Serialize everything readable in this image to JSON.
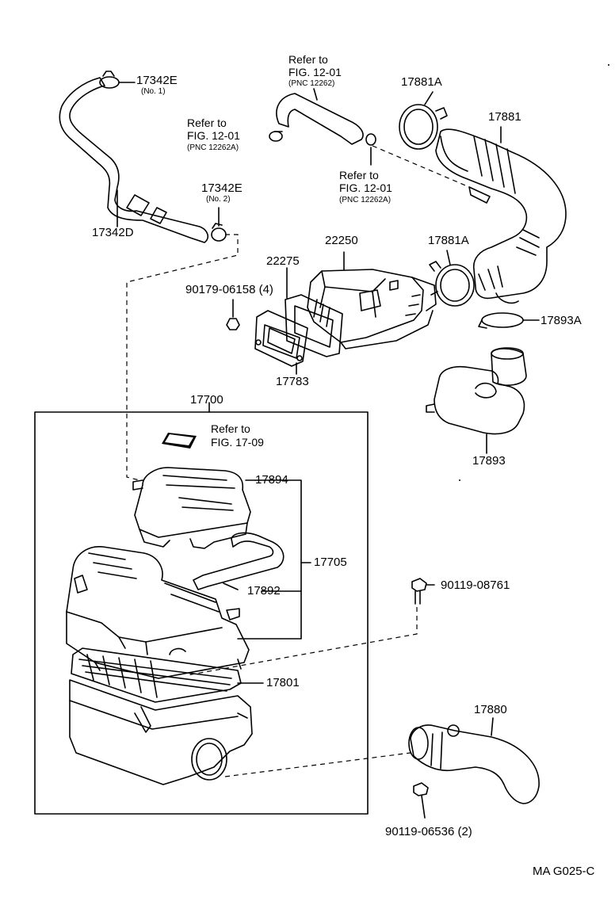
{
  "diagram": {
    "code": "MA G025-C",
    "parts": {
      "p17342E_no1": "17342E",
      "p17342E_no1_note": "(No. 1)",
      "p17342E_no2": "17342E",
      "p17342E_no2_note": "(No. 2)",
      "p17342D": "17342D",
      "p17881A_top": "17881A",
      "p17881": "17881",
      "p17881A_mid": "17881A",
      "p22250": "22250",
      "p22275": "22275",
      "p90179": "90179-06158 (4)",
      "p17783": "17783",
      "p17893A": "17893A",
      "p17893": "17893",
      "p17700": "17700",
      "p17894": "17894",
      "p17705": "17705",
      "p17892": "17892",
      "p17801": "17801",
      "p90119_08761": "90119-08761",
      "p17880": "17880",
      "p90119_06536": "90119-06536 (2)"
    },
    "references": {
      "top": {
        "line1": "Refer to",
        "line2": "FIG. 12-01",
        "line3": "(PNC 12262)"
      },
      "left": {
        "line1": "Refer to",
        "line2": "FIG. 12-01",
        "line3": "(PNC 12262A)"
      },
      "right": {
        "line1": "Refer to",
        "line2": "FIG. 12-01",
        "line3": "(PNC 12262A)"
      },
      "box": {
        "line1": "Refer to",
        "line2": "FIG. 17-09"
      }
    }
  }
}
